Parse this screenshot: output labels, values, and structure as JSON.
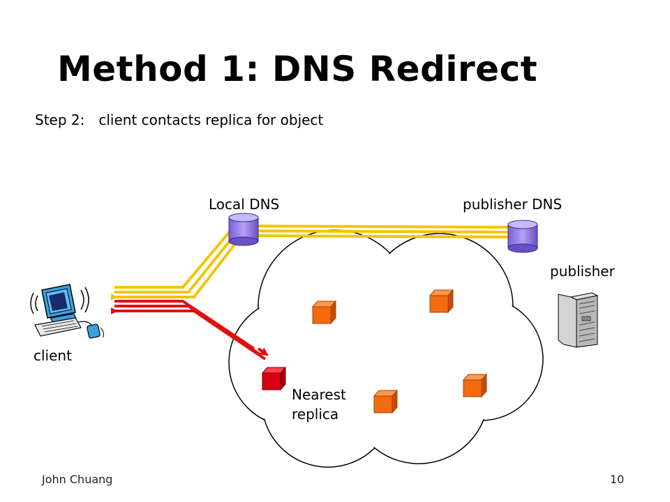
{
  "slide": {
    "title": "Method 1: DNS Redirect",
    "step_label": "Step 2:",
    "step_text": "client contacts replica for object"
  },
  "diagram": {
    "nodes": {
      "local_dns": "Local DNS",
      "publisher_dns": "publisher DNS",
      "publisher": "publisher",
      "client": "client",
      "nearest_replica_line1": "Nearest",
      "nearest_replica_line2": "replica"
    }
  },
  "footer": {
    "author": "John Chuang",
    "page_number": "10"
  },
  "colors": {
    "dns_path": "#f5c400",
    "replica_path": "#e01010",
    "dns_cylinder": "#9a80e8",
    "replica_box": "#f26b10",
    "nearest_box": "#d80010"
  }
}
